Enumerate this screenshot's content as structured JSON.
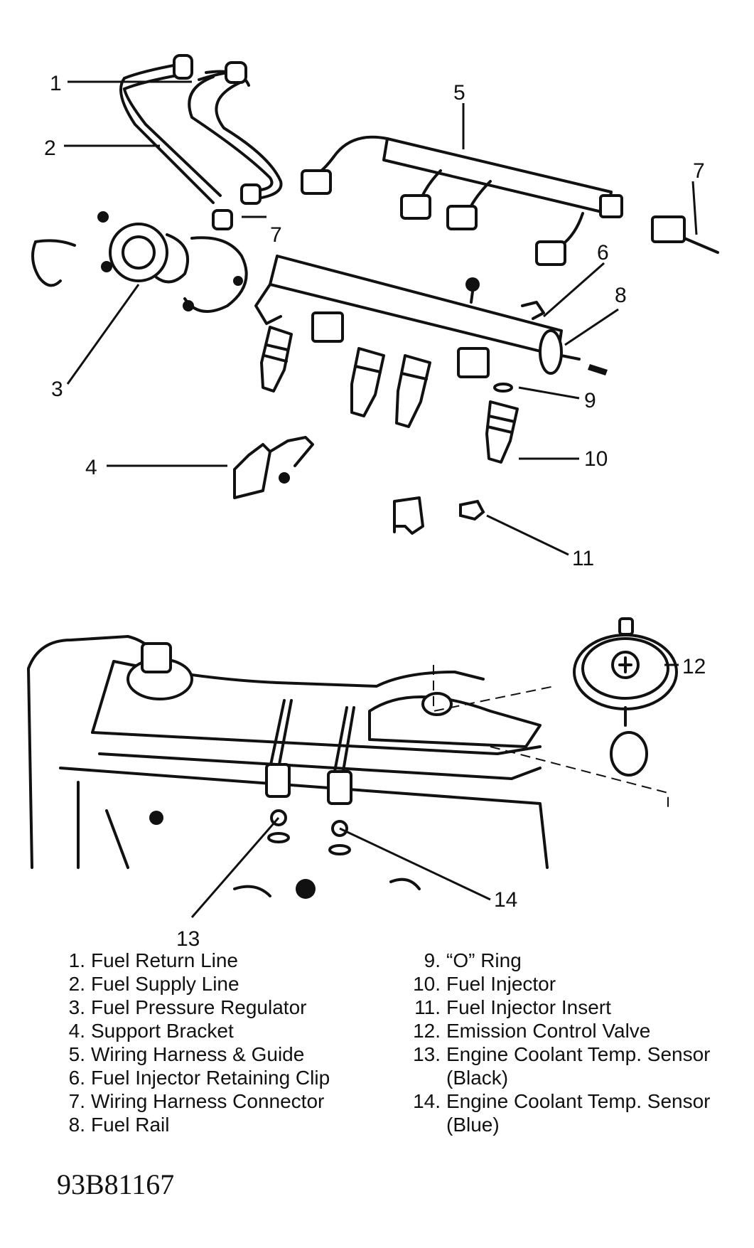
{
  "callouts": {
    "c1": "1",
    "c2": "2",
    "c3": "3",
    "c4": "4",
    "c5": "5",
    "c6": "6",
    "c7a": "7",
    "c7b": "7",
    "c8": "8",
    "c9": "9",
    "c10": "10",
    "c11": "11",
    "c12": "12",
    "c13": "13",
    "c14": "14"
  },
  "legend": {
    "left": [
      {
        "num": "1.",
        "label": "Fuel Return Line"
      },
      {
        "num": "2.",
        "label": "Fuel Supply Line"
      },
      {
        "num": "3.",
        "label": "Fuel Pressure Regulator"
      },
      {
        "num": "4.",
        "label": "Support Bracket"
      },
      {
        "num": "5.",
        "label": "Wiring Harness & Guide"
      },
      {
        "num": "6.",
        "label": "Fuel Injector Retaining Clip"
      },
      {
        "num": "7.",
        "label": "Wiring Harness Connector"
      },
      {
        "num": "8.",
        "label": "Fuel Rail"
      }
    ],
    "right": [
      {
        "num": "9.",
        "label": "“O” Ring"
      },
      {
        "num": "10.",
        "label": "Fuel Injector"
      },
      {
        "num": "11.",
        "label": "Fuel Injector Insert"
      },
      {
        "num": "12.",
        "label": "Emission Control Valve"
      },
      {
        "num": "13.",
        "label": "Engine Coolant Temp. Sensor (Black)"
      },
      {
        "num": "14.",
        "label": "Engine Coolant Temp. Sensor (Blue)"
      }
    ]
  },
  "figure_code": "93B81167"
}
